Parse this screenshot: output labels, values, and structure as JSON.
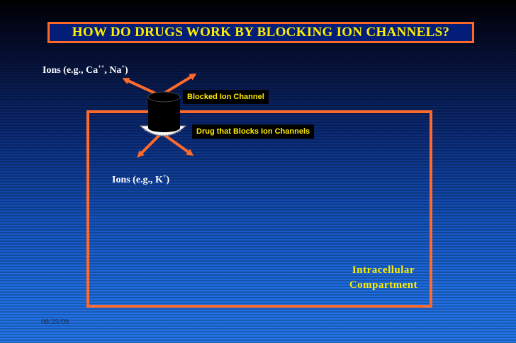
{
  "title": "HOW DO DRUGS WORK BY BLOCKING ION CHANNELS?",
  "ions_top": {
    "text": "Ions (e.g., Ca",
    "sup1": "++",
    "mid": ", Na",
    "sup2": "+",
    "end": ")"
  },
  "ions_bottom": {
    "text": "Ions (e.g., K",
    "sup1": "+",
    "end": ")"
  },
  "labels": {
    "blocked_channel": "Blocked Ion Channel",
    "drug": "Drug that Blocks Ion Channels",
    "compartment_line1": "Intracellular",
    "compartment_line2": "Compartment"
  },
  "date": "08/25/09",
  "colors": {
    "title_text": "#ffee00",
    "border_orange": "#ff6a2a",
    "arrow_orange": "#ff6a2a",
    "label_yellow": "#ffee00",
    "label_bg": "#000000",
    "channel": "#000000"
  }
}
